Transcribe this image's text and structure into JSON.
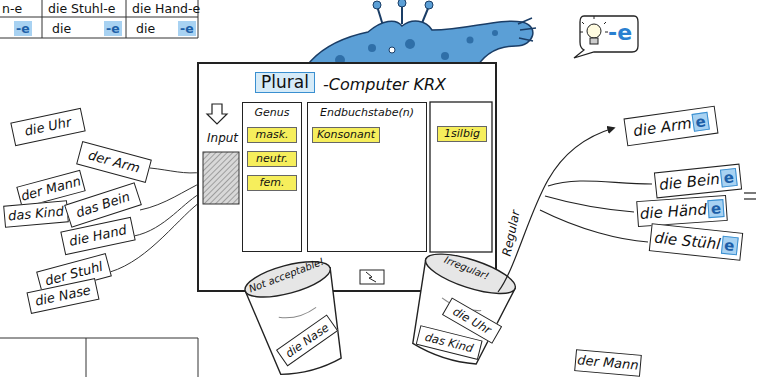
{
  "diagram": {
    "nodes": [
      {
        "text": [
          "-e"
        ]
      },
      {
        "text": [
          "die Uhr"
        ]
      },
      {
        "text": [
          "der Arm"
        ]
      },
      {
        "text": [
          "der Mann"
        ]
      },
      {
        "text": [
          "das Kind"
        ]
      },
      {
        "text": [
          "das Bein"
        ]
      },
      {
        "text": [
          "die Hand"
        ]
      },
      {
        "text": [
          "der Stuhl"
        ]
      },
      {
        "text": [
          "die Nase"
        ]
      },
      {
        "text": [
          "Plural",
          "-Computer KRX",
          "Input"
        ]
      },
      {
        "text": [
          "Genus"
        ],
        "in": 9
      },
      {
        "text": [
          "mask."
        ],
        "in": 10
      },
      {
        "text": [
          "neutr."
        ],
        "in": 10
      },
      {
        "text": [
          "fem."
        ],
        "in": 10
      },
      {
        "text": [
          "Endbuchstabe(n)"
        ],
        "in": 9
      },
      {
        "text": [
          "Konsonant"
        ],
        "in": 14
      },
      {
        "text": [
          "1silbig"
        ],
        "in": 9
      },
      {
        "text": [
          "die Arm",
          "e"
        ]
      },
      {
        "text": [
          "die Bein",
          "e"
        ]
      },
      {
        "text": [
          "die Händ",
          "e"
        ]
      },
      {
        "text": [
          "die Stühl",
          "e"
        ]
      },
      {
        "text": [
          "Not acceptable!"
        ]
      },
      {
        "text": [
          "die Nase"
        ],
        "in": 21
      },
      {
        "text": [
          "Irregular!"
        ]
      },
      {
        "text": [
          "die Uhr"
        ],
        "in": 23
      },
      {
        "text": [
          "das Kind"
        ],
        "in": 23
      },
      {
        "text": [
          "der Mann"
        ]
      }
    ],
    "labels": [
      "n-e",
      "die Stuhl-e",
      "die Hand-e",
      "-e",
      "die",
      "-e",
      "die",
      "-e",
      "Regular"
    ]
  }
}
